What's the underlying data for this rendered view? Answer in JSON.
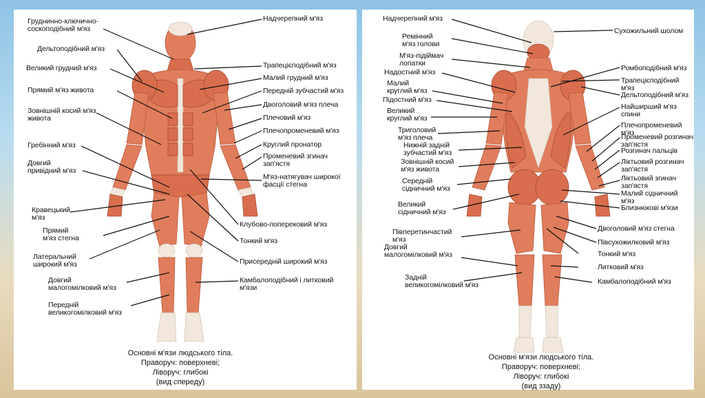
{
  "front": {
    "labels_left": [
      "Груднинно-ключично-\nсоскоподібний м'яз",
      "Дельтоподібний м'яз",
      "Великий грудний м'яз",
      "Прямий м'яз живота",
      "Зовнішній косий м'яз\nживота",
      "Гребінний м'яз",
      "Довгий\nпривідний м'яз",
      "Кравецький\nм'яз",
      "Прямий\nм'яз стегна",
      "Латеральний\nширокий м'яз",
      "Довгий\nмалогомілковий м'яз",
      "Передній\nвеликогомілковий м'яз"
    ],
    "labels_right": [
      "Надчерепний м'яз",
      "Трапецієподібний м'яз",
      "Малий грудний м'яз",
      "Передній зубчастий м'яз",
      "Двоголовий м'яз плеча",
      "Плечовий м'яз",
      "Плечопроменевий м'яз",
      "Круглий пронатор",
      "Променевий згинач\nзап'ястя",
      "М'яз-натягувач широкої\nфасції стегна",
      "Клубово-поперековий м'яз",
      "Тонкий м'яз",
      "Присередній широкий м'яз",
      "Камбалоподібний і литковий\nм'язи"
    ],
    "caption": "Основні м'язи людського тіла.\nПраворуч: поверхневі;\nЛіворуч: глибокі\n(вид спереду)"
  },
  "back": {
    "labels_left": [
      "Надчерепний м'яз",
      "Ремінний\nм'яз голови",
      "М'яз-підіймач\nлопатки",
      "Надостний м'яз",
      "Малий\nкруглий м'яз",
      "Підостний м'яз",
      "Великий\nкруглий м'яз",
      "Триголовий\nм'яз плеча",
      "Нижній задній\nзубчастий м'яз",
      "Зовнішній косий\nм'яз живота",
      "Середній\nсідничний м'яз",
      "Великий\nсідничний м'яз",
      "Півперетинчастий\nм'яз",
      "Довгий\nмалогомілковий м'яз",
      "Задній\nвеликогомілковий м'яз"
    ],
    "labels_right": [
      "Сухожильний шолом",
      "Ромбоподібний м'яз",
      "Трапецієподібний м'яз",
      "Дельтоподібний м'яз",
      "Найширший м'яз\nспини",
      "Плечопроменевий м'яз",
      "Променевий розгинач\nзап'ястя",
      "Розгинач пальців",
      "Ліктьовий розгинач\nзап'ястя",
      "Ліктьовий згинач\nзап'ястя",
      "Малий сідничний\nм'яз",
      "Близнюкові м'язи",
      "Двоголовий м'яз стегна",
      "Півсухожилковий м'яз",
      "Тонкий м'яз",
      "Литковий м'яз",
      "Камбалоподібний м'яз"
    ],
    "caption": "Основні м'язи людського тіла.\nПраворуч: поверхневі;\nЛіворуч: глибокі\n(вид ззаду)"
  },
  "colors": {
    "muscle": "#e07d5c",
    "tendon": "#f1e7dc",
    "outline": "#111111"
  }
}
